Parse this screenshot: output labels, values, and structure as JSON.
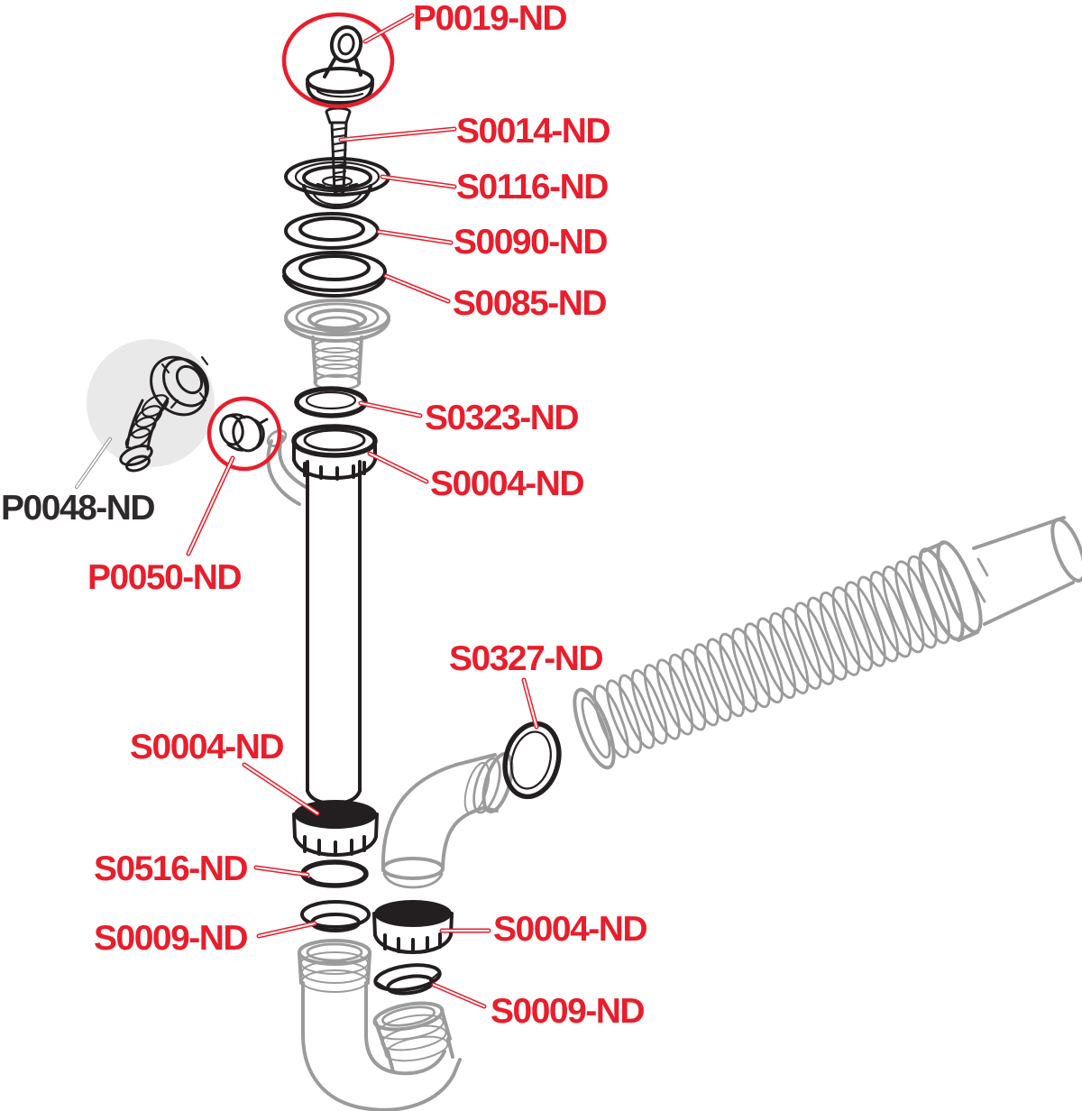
{
  "diagram": {
    "type": "exploded-parts-diagram",
    "colors": {
      "background": "#ffffff",
      "label_red": "#e81e2c",
      "label_dark": "#2e2a2b",
      "art_black": "#231f20",
      "art_gray": "#9b9b9b",
      "detail_circle_fill": "#e9e9e9"
    },
    "labels": [
      {
        "code": "P0019-ND",
        "color": "red"
      },
      {
        "code": "S0014-ND",
        "color": "red"
      },
      {
        "code": "S0116-ND",
        "color": "red"
      },
      {
        "code": "S0090-ND",
        "color": "red"
      },
      {
        "code": "S0085-ND",
        "color": "red"
      },
      {
        "code": "S0323-ND",
        "color": "red"
      },
      {
        "code": "S0004-ND",
        "color": "red"
      },
      {
        "code": "P0048-ND",
        "color": "gray"
      },
      {
        "code": "P0050-ND",
        "color": "red"
      },
      {
        "code": "S0327-ND",
        "color": "red"
      },
      {
        "code": "S0004-ND",
        "color": "red"
      },
      {
        "code": "S0516-ND",
        "color": "red"
      },
      {
        "code": "S0009-ND",
        "color": "red"
      },
      {
        "code": "S0004-ND",
        "color": "red"
      },
      {
        "code": "S0009-ND",
        "color": "red"
      }
    ]
  }
}
